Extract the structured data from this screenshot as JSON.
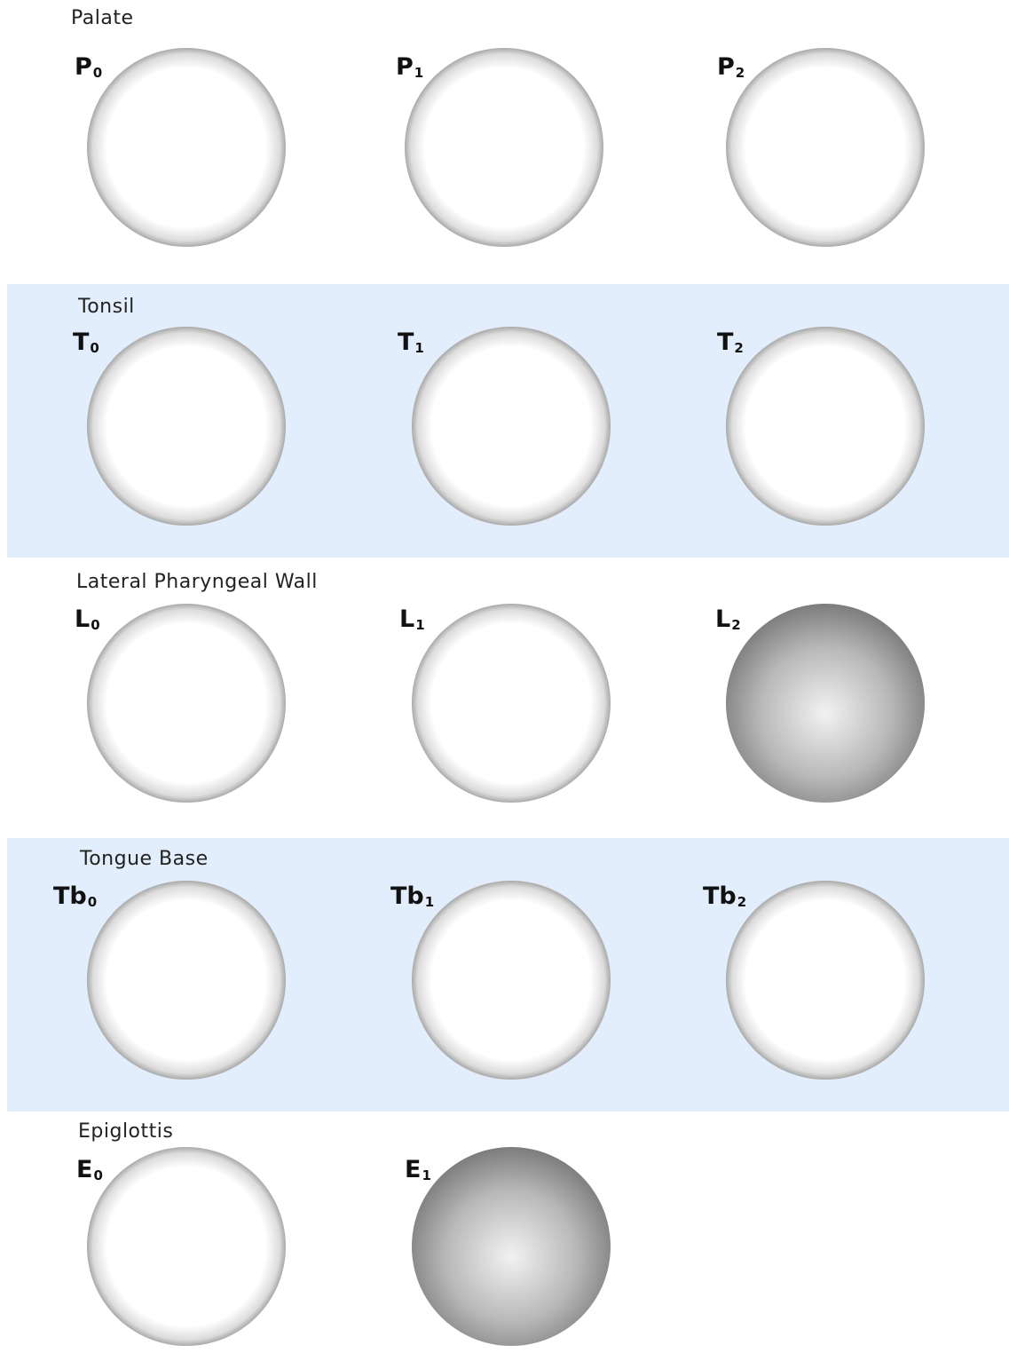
{
  "sections": [
    {
      "title": "Palate",
      "cells": [
        {
          "letter": "P",
          "grade": "0",
          "view": "palate-0"
        },
        {
          "letter": "P",
          "grade": "1",
          "view": "palate-1"
        },
        {
          "letter": "P",
          "grade": "2",
          "view": "palate-2"
        }
      ]
    },
    {
      "title": "Tonsil",
      "cells": [
        {
          "letter": "T",
          "grade": "0",
          "view": "larynx-open"
        },
        {
          "letter": "T",
          "grade": "1",
          "view": "tonsil-1"
        },
        {
          "letter": "T",
          "grade": "2",
          "view": "tonsil-2"
        }
      ]
    },
    {
      "title": "Lateral Pharyngeal Wall",
      "cells": [
        {
          "letter": "L",
          "grade": "0",
          "view": "larynx-open"
        },
        {
          "letter": "L",
          "grade": "1",
          "view": "lateral-1"
        },
        {
          "letter": "L",
          "grade": "2",
          "view": "lateral-2"
        }
      ]
    },
    {
      "title": "Tongue Base",
      "cells": [
        {
          "letter": "Tb",
          "grade": "0",
          "view": "larynx-open"
        },
        {
          "letter": "Tb",
          "grade": "1",
          "view": "tongue-1"
        },
        {
          "letter": "Tb",
          "grade": "2",
          "view": "tongue-2"
        }
      ]
    },
    {
      "title": "Epiglottis",
      "cells": [
        {
          "letter": "E",
          "grade": "0",
          "view": "larynx-open"
        },
        {
          "letter": "E",
          "grade": "1",
          "view": "epiglottis-1"
        }
      ]
    }
  ],
  "colors": {
    "band": "#e2eefb",
    "outline": "#000000",
    "dark_tissue": "#3a3a3a",
    "mid_tissue": "#8c8c8c",
    "light_tissue": "#d6d6d6"
  }
}
